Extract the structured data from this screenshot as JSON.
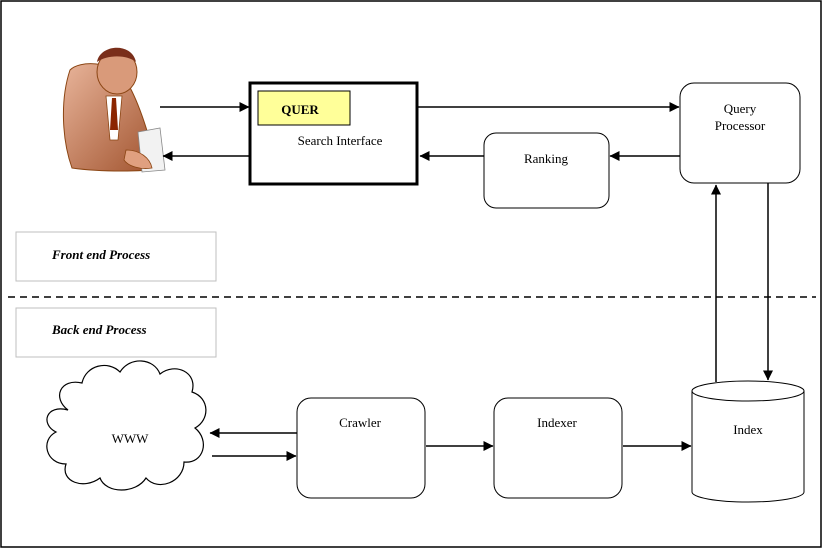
{
  "search_interface": {
    "query_label": "QUER",
    "label": "Search Interface"
  },
  "query_processor": {
    "line1": "Query",
    "line2": "Processor"
  },
  "ranking": {
    "label": "Ranking"
  },
  "front_end": {
    "label": "Front end Process"
  },
  "back_end": {
    "label": "Back end Process"
  },
  "www": {
    "label": "WWW"
  },
  "crawler": {
    "label": "Crawler"
  },
  "indexer": {
    "label": "Indexer"
  },
  "index": {
    "label": "Index"
  },
  "colors": {
    "query_fill": "#ffff99",
    "line": "#000000",
    "label_box_border": "#bfbfbf"
  },
  "icons": {
    "user": "user-at-computer-icon"
  }
}
